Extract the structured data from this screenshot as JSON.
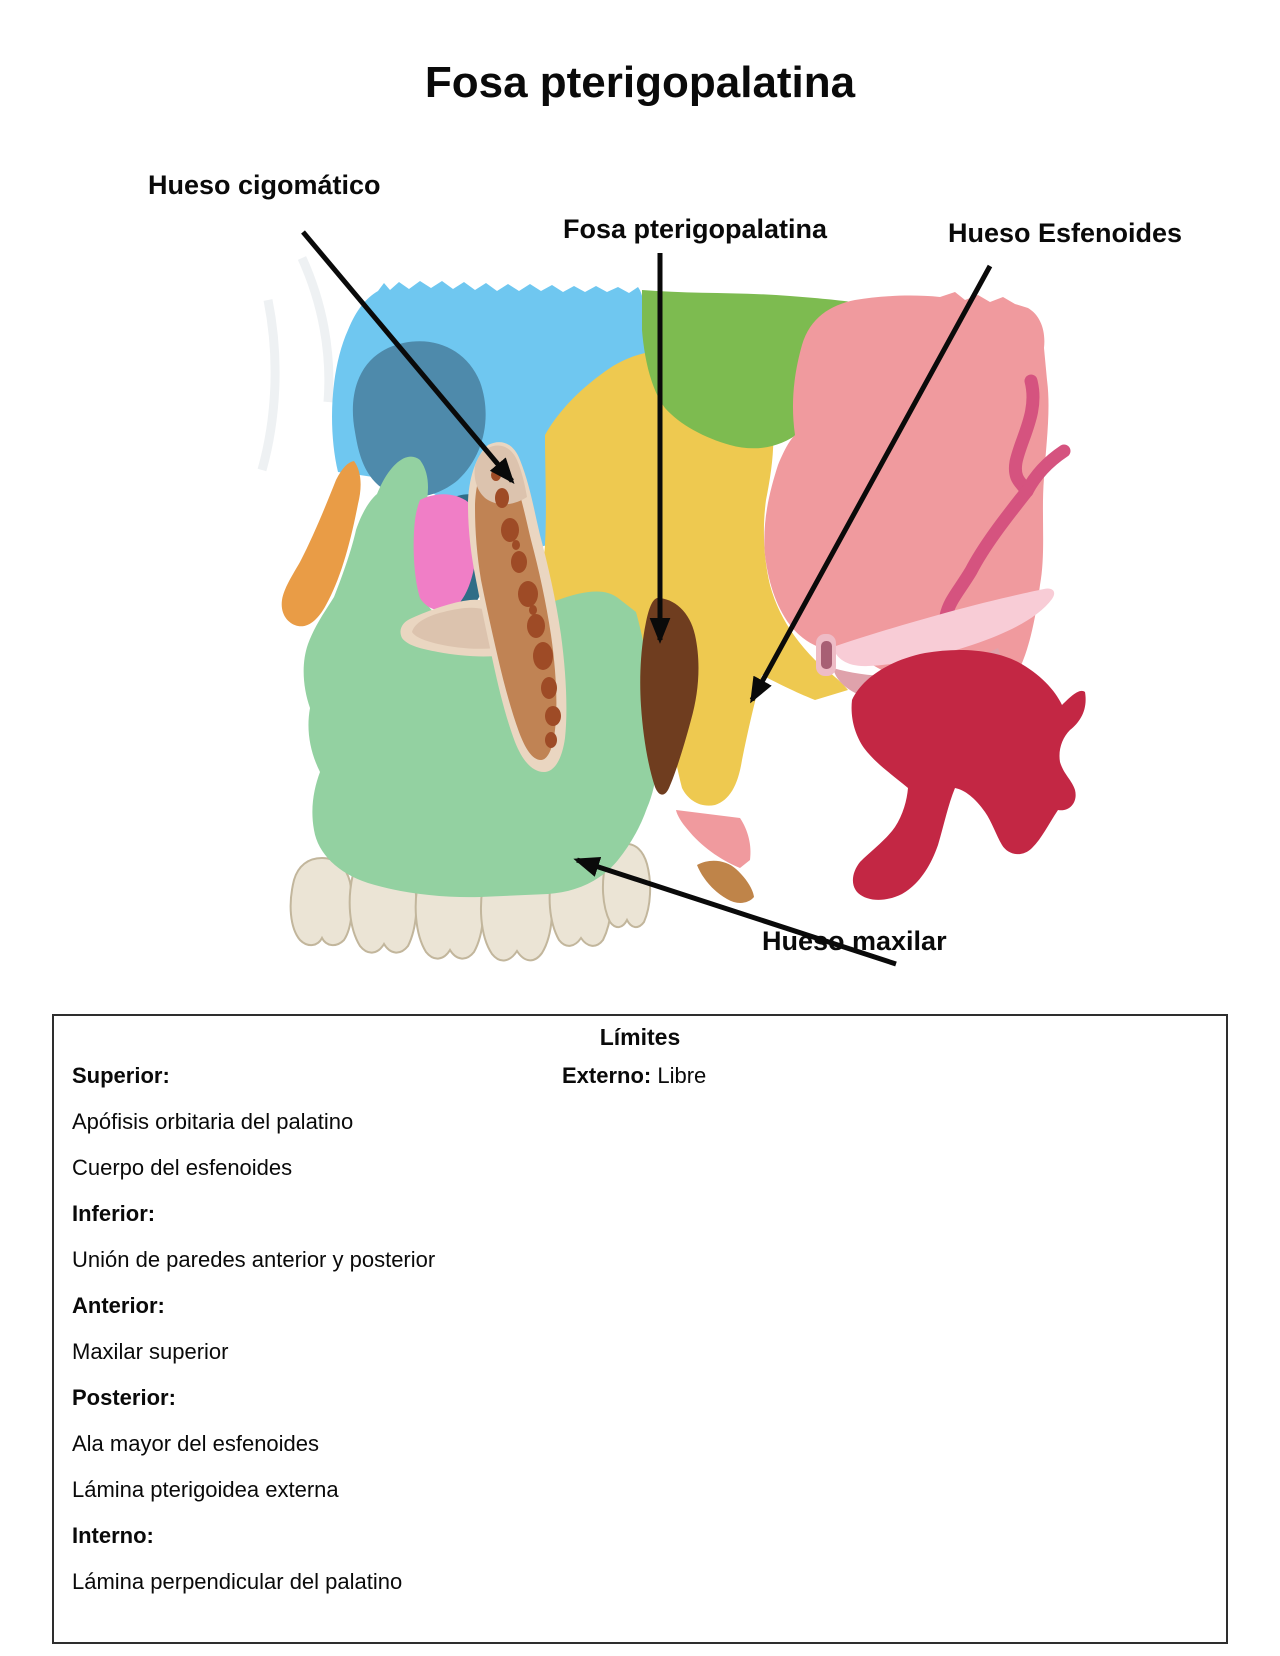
{
  "page_title": "Fosa pterigopalatina",
  "callouts": {
    "cigomatico": "Hueso cigomático",
    "fosa": "Fosa pterigopalatina",
    "esfenoides": "Hueso Esfenoides",
    "maxilar": "Hueso maxilar"
  },
  "limits_box": {
    "heading": "Límites",
    "left_column": [
      {
        "text": "Superior:",
        "bold": true
      },
      {
        "text": "Apófisis orbitaria del palatino",
        "bold": false
      },
      {
        "text": "Cuerpo del esfenoides",
        "bold": false
      },
      {
        "text": "Inferior:",
        "bold": true
      },
      {
        "text": "Unión de paredes anterior y posterior",
        "bold": false
      },
      {
        "text": "Anterior:",
        "bold": true
      },
      {
        "text": "Maxilar superior",
        "bold": false
      },
      {
        "text": "Posterior:",
        "bold": true
      },
      {
        "text": "Ala mayor del esfenoides",
        "bold": false
      },
      {
        "text": "Lámina pterigoidea externa",
        "bold": false
      },
      {
        "text": "Interno:",
        "bold": true
      },
      {
        "text": "Lámina perpendicular del palatino",
        "bold": false
      }
    ],
    "right_column": [
      {
        "label": "Externo:",
        "value": "Libre"
      }
    ]
  },
  "palette": {
    "frontal_blue": "#6fc7f0",
    "orbit_teal": "#4e8aab",
    "orbit_deep_teal": "#2f6d87",
    "parietal_green": "#7dbb50",
    "temporal_salmon": "#f09a9e",
    "vessel_pink": "#d5537f",
    "arch_light_pink": "#f8ccd6",
    "arch_shadow_pink": "#dfa2ab",
    "ear_canal_ring": "#eebcc6",
    "ear_canal_inner": "#a85f74",
    "sphenoid_yellow": "#eec950",
    "fossa_brown": "#6f3d1f",
    "maxilla_green": "#93d1a1",
    "nasal_orange": "#e99c46",
    "lacrimal_magenta": "#f07ec6",
    "zygoma_outline_cream": "#ead6c1",
    "zygoma_body_brown": "#c08354",
    "zygoma_highlight": "#dcc3ae",
    "zygoma_trabecula": "#9e4b26",
    "pterygoid_crimson": "#c32744",
    "hamulus_tan": "#bf8449",
    "lower_pink_wedge": "#f09a9e",
    "teeth_fill": "#ebe4d5",
    "teeth_outline": "#c2b69c",
    "arrow_black": "#0a0a0a",
    "faint_wisp_gray": "#eef1f3"
  }
}
